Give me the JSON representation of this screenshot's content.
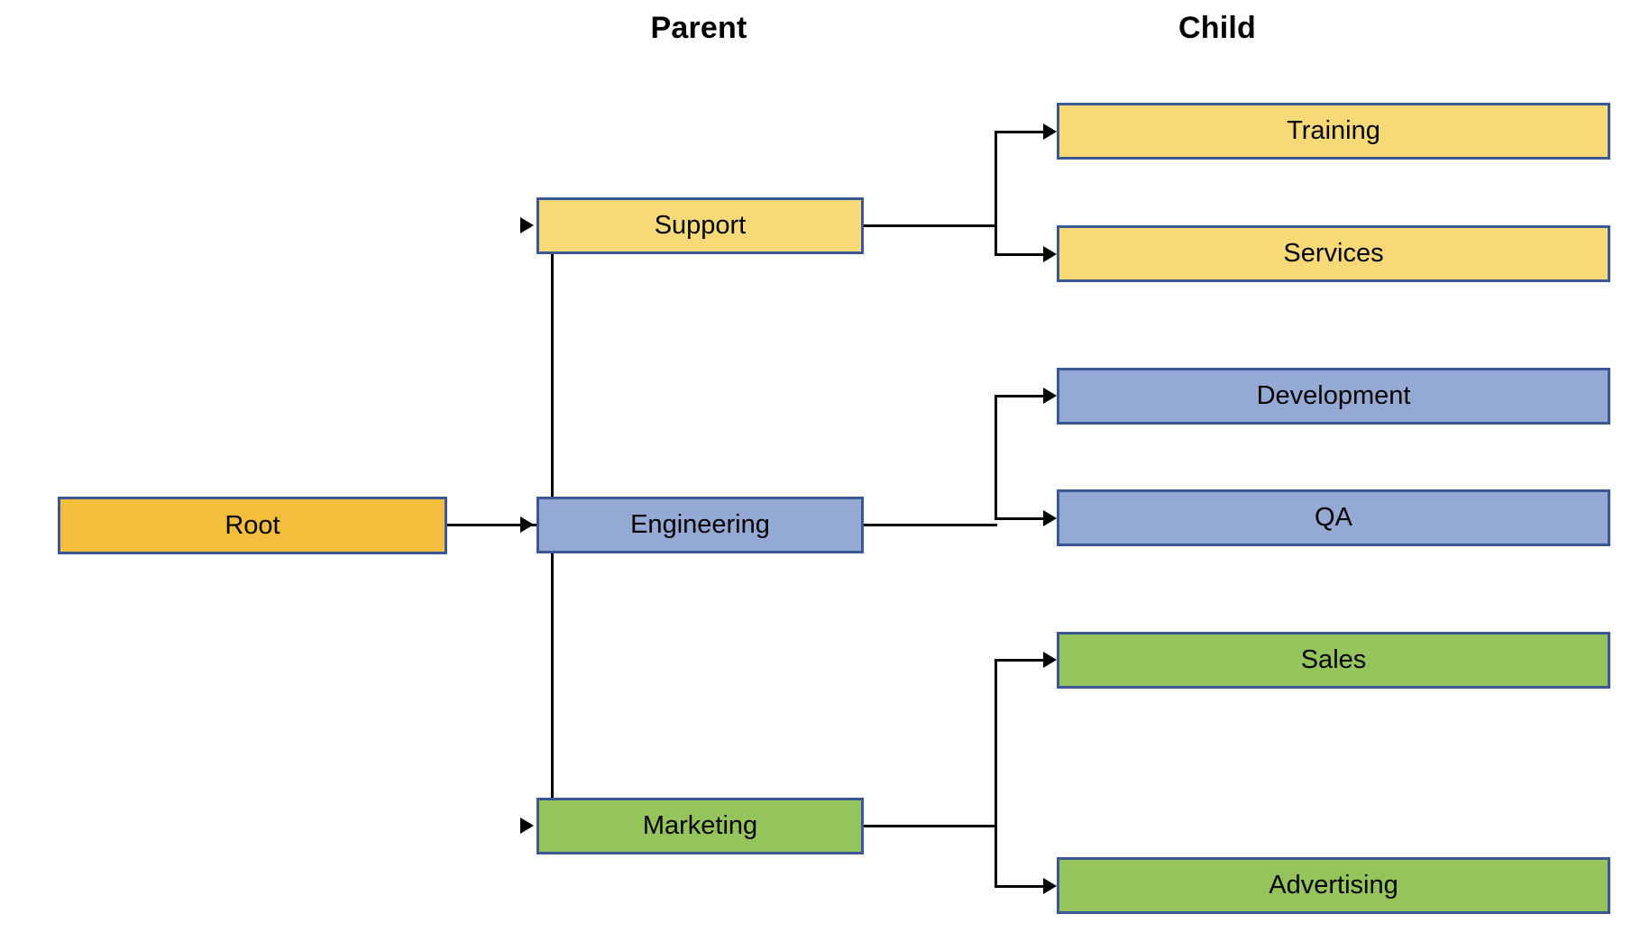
{
  "diagram": {
    "title_columns": [
      {
        "id": "parent",
        "label": "Parent"
      },
      {
        "id": "child",
        "label": "Child"
      }
    ],
    "root": {
      "id": "root",
      "label": "Root",
      "fill": "#F2BE3C",
      "border": "#3A5894"
    },
    "groups": [
      {
        "id": "support",
        "parent_label": "Support",
        "fill": "#F7D977",
        "border": "#3A5894",
        "children": [
          {
            "id": "training",
            "label": "Training",
            "fill": "#F7D977",
            "border": "#3A5894"
          },
          {
            "id": "services",
            "label": "Services",
            "fill": "#F7D977",
            "border": "#3A5894"
          }
        ]
      },
      {
        "id": "engineering",
        "parent_label": "Engineering",
        "fill": "#94A9D4",
        "border": "#3A5894",
        "children": [
          {
            "id": "development",
            "label": "Development",
            "fill": "#94A9D4",
            "border": "#3A5894"
          },
          {
            "id": "qa",
            "label": "QA",
            "fill": "#94A9D4",
            "border": "#3A5894"
          }
        ]
      },
      {
        "id": "marketing",
        "parent_label": "Marketing",
        "fill": "#95C45C",
        "border": "#3A5894",
        "children": [
          {
            "id": "sales",
            "label": "Sales",
            "fill": "#95C45C",
            "border": "#3A5894"
          },
          {
            "id": "advertising",
            "label": "Advertising",
            "fill": "#95C45C",
            "border": "#3A5894"
          }
        ]
      }
    ],
    "edge_color": "#000000",
    "background": "#ffffff"
  }
}
